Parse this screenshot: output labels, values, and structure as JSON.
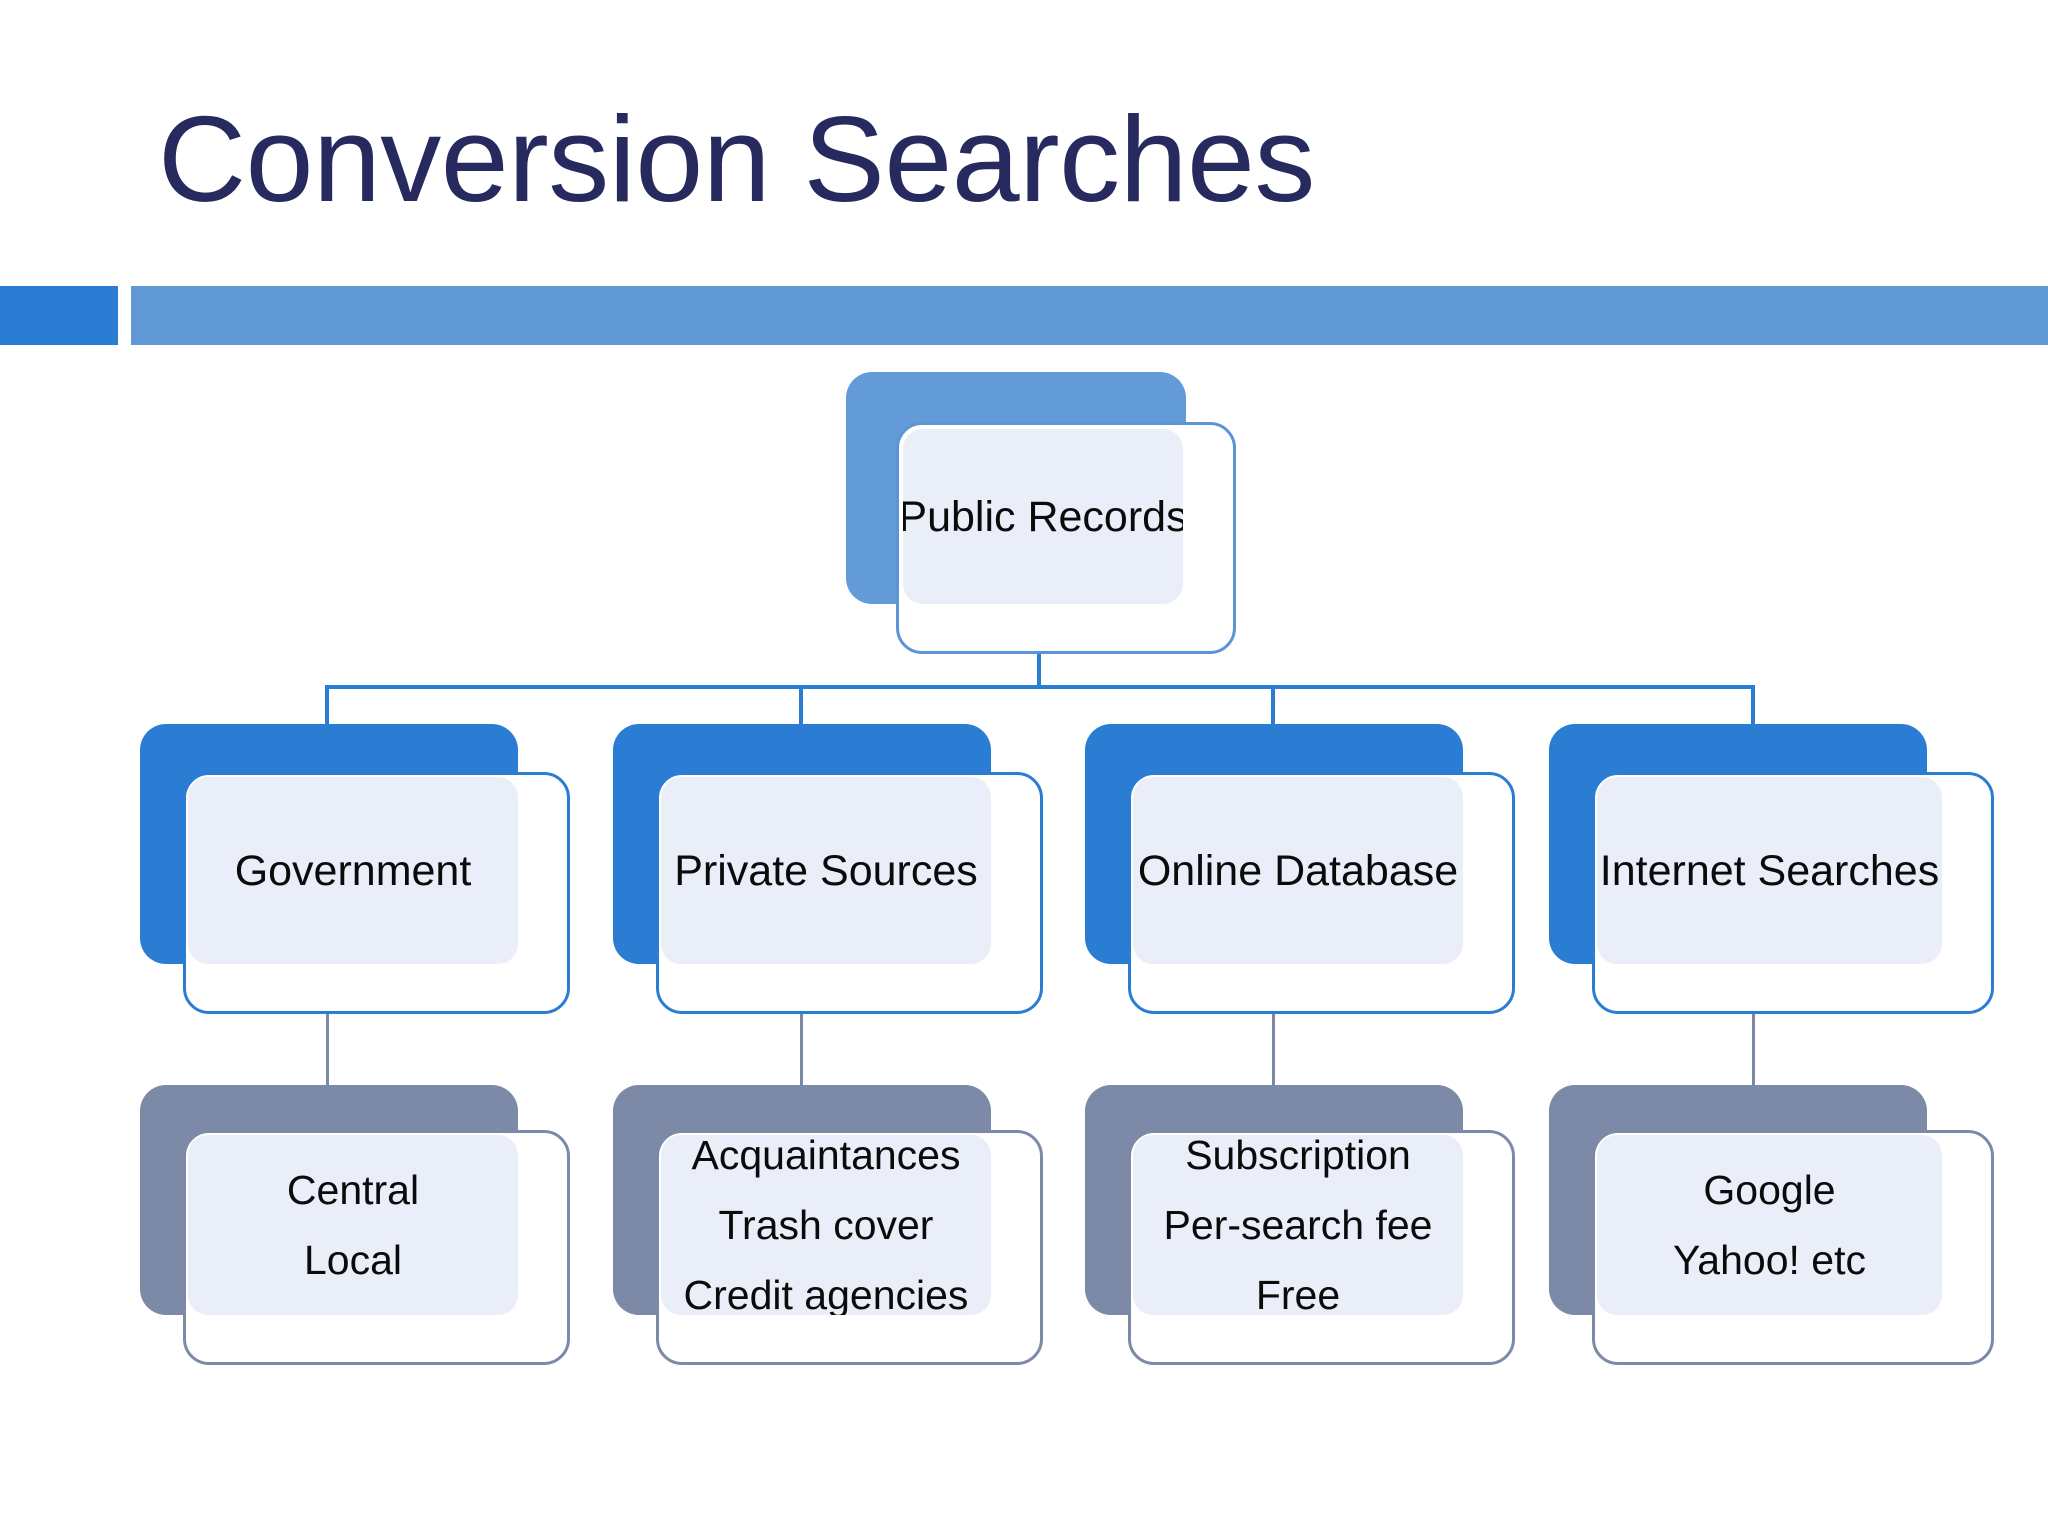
{
  "slide": {
    "title": "Conversion Searches",
    "background_color": "#ffffff",
    "title_color": "#262a5e"
  },
  "accent_bar": {
    "block_color": "#2b7cd3",
    "bar_color": "#6199d5"
  },
  "palette": {
    "level1_fill": "#629bd7",
    "level2_fill": "#2b7cd3",
    "level3_fill": "#7c8aa8",
    "card_face": "#e9eef8",
    "connector_top": "#2b7cd3",
    "connector_bottom": "#7c8aa8",
    "text": "#0b0b0b"
  },
  "chart_data": {
    "type": "diagram",
    "diagram_type": "organization-hierarchy",
    "title": "Conversion Searches",
    "levels": 3,
    "root": {
      "id": "public-records",
      "label": "Public Records",
      "level": 1,
      "children": [
        {
          "id": "government",
          "label": "Government",
          "level": 2,
          "children": [
            {
              "id": "government-detail",
              "level": 3,
              "lines": [
                "Central",
                "Local"
              ]
            }
          ]
        },
        {
          "id": "private-sources",
          "label": "Private Sources",
          "level": 2,
          "children": [
            {
              "id": "private-sources-detail",
              "level": 3,
              "lines": [
                "Acquaintances",
                "Trash cover",
                "Credit agencies"
              ]
            }
          ]
        },
        {
          "id": "online-database",
          "label": "Online Database",
          "level": 2,
          "children": [
            {
              "id": "online-database-detail",
              "level": 3,
              "lines": [
                "Subscription",
                "Per-search fee",
                "Free"
              ]
            }
          ]
        },
        {
          "id": "internet-searches",
          "label": "Internet Searches",
          "level": 2,
          "children": [
            {
              "id": "internet-searches-detail",
              "level": 3,
              "lines": [
                "Google",
                "Yahoo! etc"
              ]
            }
          ]
        }
      ]
    }
  },
  "nodes": {
    "root": {
      "label": "Public Records"
    },
    "level2": [
      {
        "label": "Government"
      },
      {
        "label": "Private Sources"
      },
      {
        "label": "Online Database"
      },
      {
        "label": "Internet Searches"
      }
    ],
    "level3": [
      {
        "line1": "Central",
        "line2": "Local",
        "line3": ""
      },
      {
        "line1": "Acquaintances",
        "line2": "Trash cover",
        "line3": "Credit agencies"
      },
      {
        "line1": "Subscription",
        "line2": "Per-search fee",
        "line3": "Free"
      },
      {
        "line1": "Google",
        "line2": "Yahoo! etc",
        "line3": ""
      }
    ]
  }
}
